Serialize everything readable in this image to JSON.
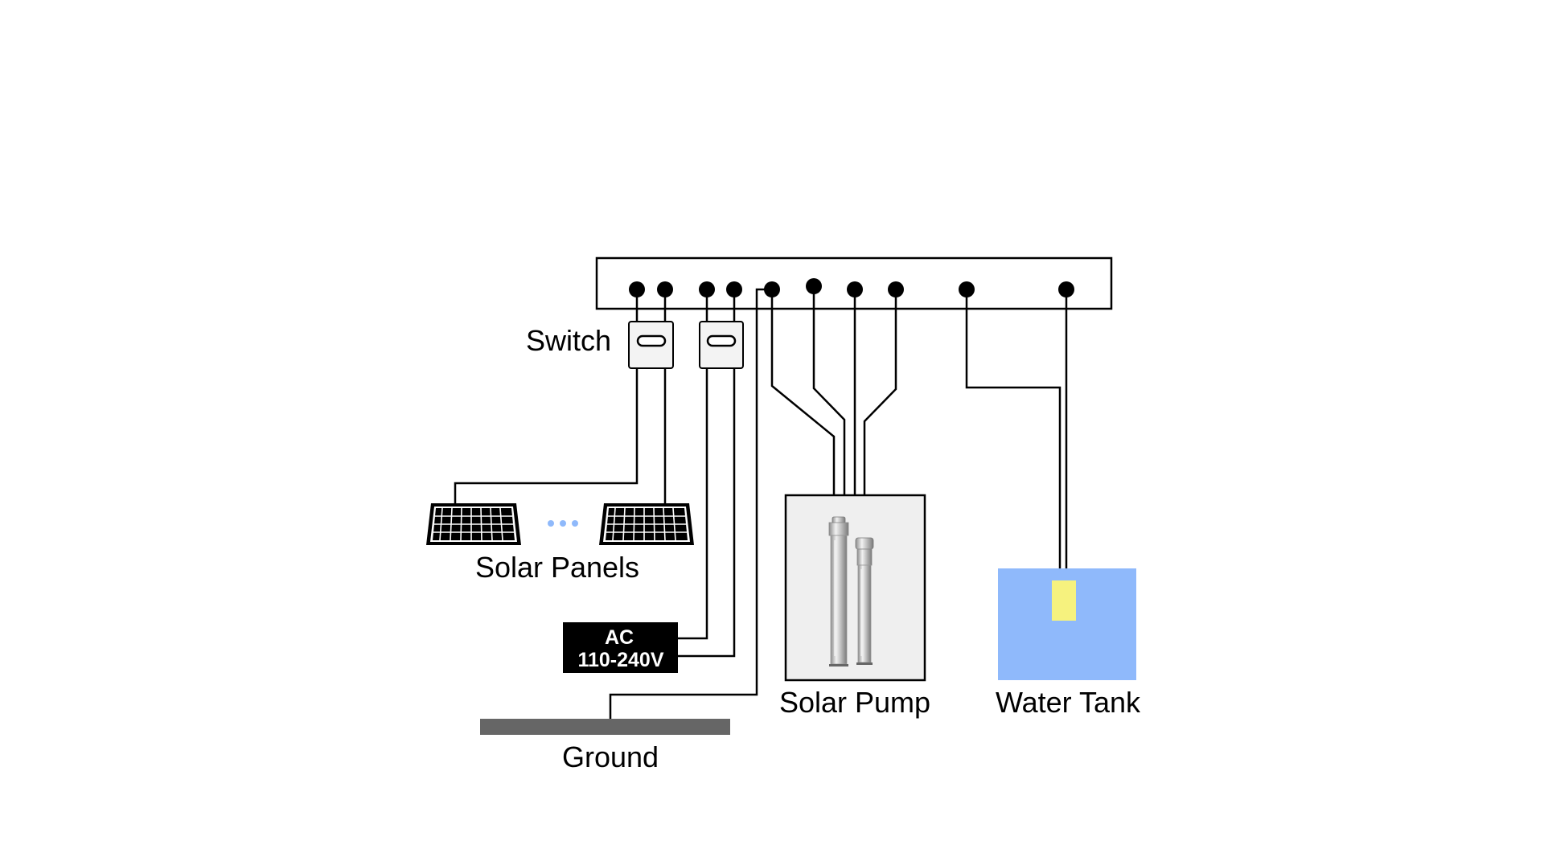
{
  "labels": {
    "switch": "Switch",
    "solar_panels": "Solar Panels",
    "ac_line1": "AC",
    "ac_line2": "110-240V",
    "solar_pump": "Solar Pump",
    "water_tank": "Water Tank",
    "ground": "Ground"
  },
  "icons": {
    "controller": "controller-box",
    "switch": "switch-icon",
    "solar_panel": "solar-panel-icon",
    "ellipsis": "ellipsis-dots-icon",
    "pump": "submersible-pump-icon",
    "tank": "water-tank-icon",
    "sensor": "water-level-sensor-icon",
    "ground": "ground-bar-icon"
  },
  "colors": {
    "line": "#000000",
    "tank_water": "#8fb9fb",
    "sensor": "#f6f27e",
    "dots": "#8fb9fb",
    "ground_bar": "#666666",
    "ac_box": "#000000",
    "pump_box_bg": "#efefef"
  }
}
